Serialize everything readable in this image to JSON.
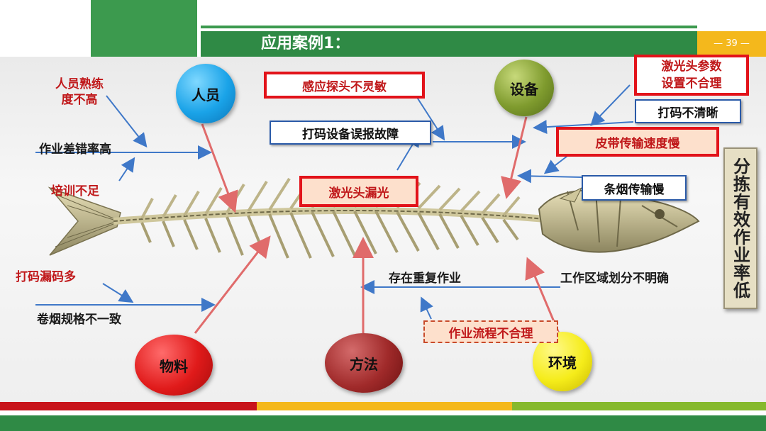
{
  "header": {
    "title": "应用案例1：",
    "page_number": "— 39 —",
    "colors": {
      "green": "#2f8a45",
      "gold": "#f4b81c",
      "red": "#c8141b"
    }
  },
  "categories": {
    "people": "人员",
    "equipment": "设备",
    "materials": "物料",
    "method": "方法",
    "environment": "环境"
  },
  "causes": {
    "people_1": "人员熟练\n度不高",
    "people_2": "作业差错率高",
    "people_3": "培训不足",
    "equip_1": "感应探头不灵敏",
    "equip_2": "打码设备误报故障",
    "equip_3": "激光头漏光",
    "equip_4": "激光头参数\n设置不合理",
    "equip_5": "打码不清晰",
    "equip_6": "皮带传输速度慢",
    "equip_7": "条烟传输慢",
    "mat_1": "打码漏码多",
    "mat_2": "卷烟规格不一致",
    "method_1": "存在重复作业",
    "method_2": "作业流程不合理",
    "env_1": "工作区域划分不明确"
  },
  "result": "分拣有效作业率低"
}
